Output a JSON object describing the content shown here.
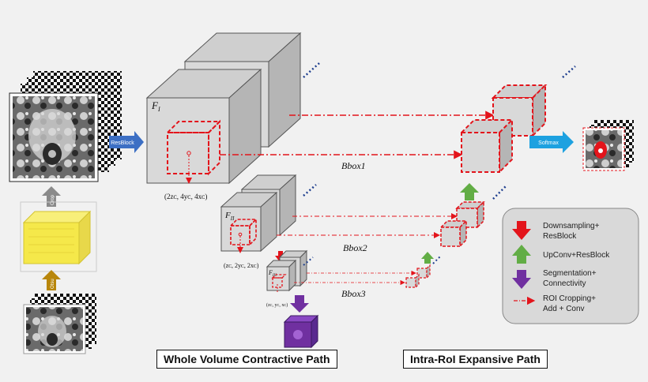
{
  "colors": {
    "background": "#f1f1f1",
    "cube_face": "#d9d9d9",
    "cube_side": "#bdbdbd",
    "cube_top": "#cfcfcf",
    "roi_red": "#e3141b",
    "arrow_blue": "#3c6fc4",
    "arrow_cyan": "#1da1e0",
    "arrow_green": "#62ad45",
    "arrow_purple": "#7030a0",
    "arrow_brown": "#b8860b",
    "arrow_gray": "#8a8a8a",
    "yellow_volume": "#f5e84a",
    "dots_blue": "#1f3f8f"
  },
  "arrows": {
    "resblock": "ResBlock",
    "softmax": "Softmax",
    "crop": "Crop",
    "otsu": "Otsu"
  },
  "features": {
    "f1": "F",
    "f1_sub": "I",
    "f2": "F",
    "f2_sub": "II",
    "f3": "F",
    "f3_sub": "III"
  },
  "coords": {
    "c1": "(2z",
    "c1_full": "(2zᴄ, 4yᴄ, 4xᴄ)",
    "c2_full": "(zᴄ, 2yᴄ, 2xᴄ)",
    "c3_full": "(zᴄ, yᴄ, xᴄ)"
  },
  "bboxes": {
    "b1": "Bbox1",
    "b2": "Bbox2",
    "b3": "Bbox3"
  },
  "legend": {
    "items": [
      {
        "icon": "red-down-arrow",
        "color": "#e3141b",
        "label_line1": "Downsampling+",
        "label_line2": "ResBlock"
      },
      {
        "icon": "green-up-arrow",
        "color": "#62ad45",
        "label_line1": "UpConv+ResBlock",
        "label_line2": ""
      },
      {
        "icon": "purple-down-arrow",
        "color": "#7030a0",
        "label_line1": "Segmentation+",
        "label_line2": "Connectivity"
      },
      {
        "icon": "red-dashdot-arrow",
        "color": "#e3141b",
        "label_line1": "ROI Cropping+",
        "label_line2": "Add + Conv"
      }
    ]
  },
  "paths": {
    "contractive": "Whole Volume Contractive Path",
    "expansive": "Intra-RoI Expansive Path"
  }
}
